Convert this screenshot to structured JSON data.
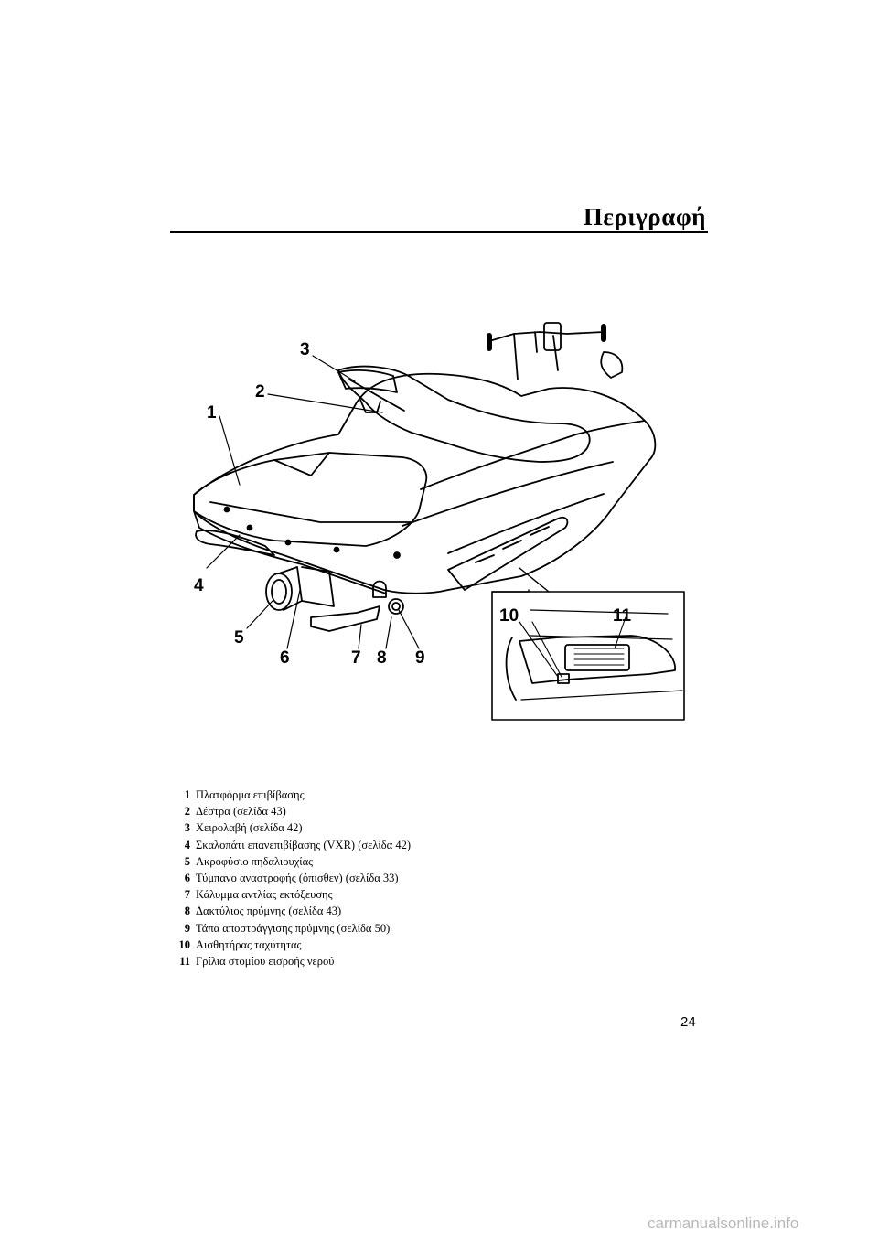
{
  "header": {
    "title": "Περιγραφή"
  },
  "figure": {
    "callouts": [
      "1",
      "2",
      "3",
      "4",
      "5",
      "6",
      "7",
      "8",
      "9",
      "10",
      "11"
    ]
  },
  "legend": {
    "items": [
      {
        "num": "1",
        "text": "Πλατφόρμα επιβίβασης"
      },
      {
        "num": "2",
        "text": "Δέστρα (σελίδα 43)"
      },
      {
        "num": "3",
        "text": "Χειρολαβή (σελίδα 42)"
      },
      {
        "num": "4",
        "text": "Σκαλοπάτι επανεπιβίβασης (VXR) (σελίδα 42)"
      },
      {
        "num": "5",
        "text": "Ακροφύσιο πηδαλιουχίας"
      },
      {
        "num": "6",
        "text": "Τύμπανο αναστροφής (όπισθεν) (σελίδα 33)"
      },
      {
        "num": "7",
        "text": "Κάλυμμα αντλίας εκτόξευσης"
      },
      {
        "num": "8",
        "text": "Δακτύλιος πρύμνης (σελίδα 43)"
      },
      {
        "num": "9",
        "text": "Τάπα αποστράγγισης πρύμνης (σελίδα 50)"
      },
      {
        "num": "10",
        "text": "Αισθητήρας ταχύτητας"
      },
      {
        "num": "11",
        "text": "Γρίλια στομίου εισροής νερού"
      }
    ]
  },
  "page_number": "24",
  "watermark": "carmanualsonline.info"
}
